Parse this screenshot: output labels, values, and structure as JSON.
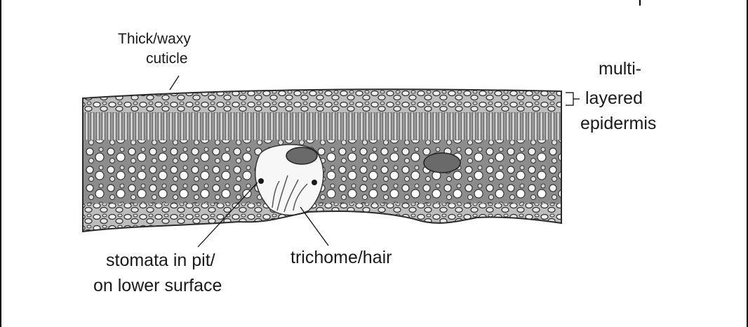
{
  "diagram": {
    "labels": {
      "cuticle_line1": "Thick/waxy",
      "cuticle_line2": "cuticle",
      "epidermis_line1": "multi-",
      "epidermis_line2": "layered",
      "epidermis_line3": "epidermis",
      "stomata_line1": "stomata in pit/",
      "stomata_line2": "on lower surface",
      "trichome": "trichome/hair"
    },
    "colors": {
      "background": "#ffffff",
      "frame": "#000000",
      "tissue_dark": "#3a3a3a",
      "tissue_mid": "#8a8a8a",
      "tissue_light": "#e8e8e8",
      "text": "#1a1a1a"
    }
  }
}
